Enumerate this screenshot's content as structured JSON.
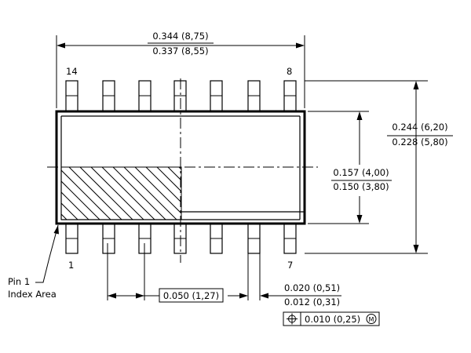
{
  "dimensions": {
    "length_max": "0.344 (8,75)",
    "length_min": "0.337 (8,55)",
    "overall_width_max": "0.244 (6,20)",
    "overall_width_min": "0.228 (5,80)",
    "body_width_max": "0.157 (4,00)",
    "body_width_min": "0.150 (3,80)",
    "pitch": "0.050 (1,27)",
    "lead_width_max": "0.020 (0,51)",
    "lead_width_min": "0.012 (0,31)",
    "position_tolerance": "0.010 (0,25)",
    "mmc_symbol": "M"
  },
  "pins": {
    "top_left": "14",
    "top_right": "8",
    "bottom_left": "1",
    "bottom_right": "7"
  },
  "annotations": {
    "index_line1": "Pin 1",
    "index_line2": "Index Area"
  }
}
